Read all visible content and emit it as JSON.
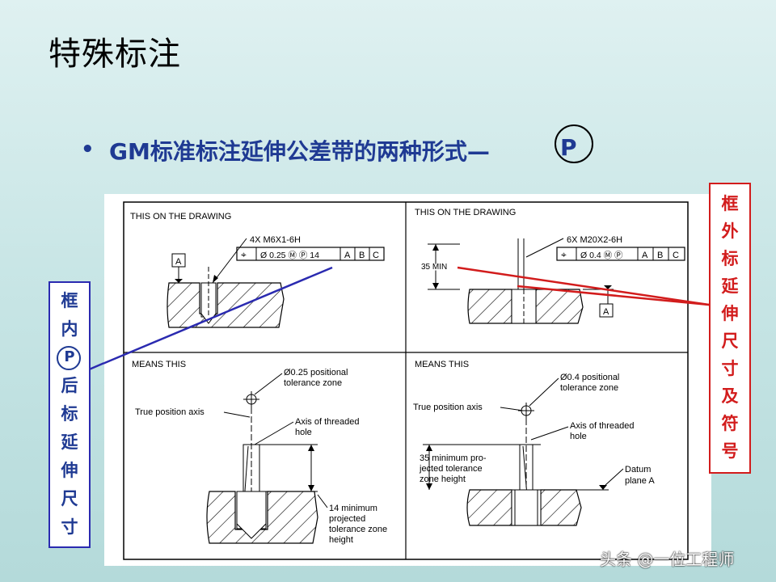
{
  "title": "特殊标注",
  "bullet": {
    "marker": "•",
    "text": "GM标准标注延伸公差带的两种形式—",
    "symbol": "P"
  },
  "left_callout": [
    "框",
    "内",
    "P",
    "后",
    "标",
    "延",
    "伸",
    "尺",
    "寸"
  ],
  "right_callout": [
    "框",
    "外",
    "标",
    "延",
    "伸",
    "尺",
    "寸",
    "及",
    "符",
    "号"
  ],
  "figure": {
    "q1": {
      "heading": "THIS ON THE DRAWING",
      "callout": "4X  M6X1-6H",
      "fcf": [
        "⌖",
        "Ø 0.25 Ⓜ Ⓟ 14",
        "A",
        "B",
        "C"
      ],
      "datum": "A"
    },
    "q2": {
      "heading": "THIS ON THE DRAWING",
      "callout": "6X  M20X2-6H",
      "fcf": [
        "⌖",
        "Ø 0.4 Ⓜ Ⓟ",
        "A",
        "B",
        "C"
      ],
      "dim": "35 MIN",
      "datum": "A"
    },
    "q3": {
      "heading": "MEANS THIS",
      "zone": [
        "Ø0.25 positional",
        "tolerance zone"
      ],
      "axis_label": "True position axis",
      "hole_label": [
        "Axis of threaded",
        "hole"
      ],
      "height_label": [
        "14 minimum",
        "projected",
        "tolerance zone",
        "height"
      ]
    },
    "q4": {
      "heading": "MEANS THIS",
      "zone": [
        "Ø0.4 positional",
        "tolerance zone"
      ],
      "axis_label": "True position axis",
      "hole_label": [
        "Axis of threaded",
        "hole"
      ],
      "height_label": [
        "35 minimum pro-",
        "jected tolerance",
        "zone height"
      ],
      "datum_label": [
        "Datum",
        "plane A"
      ]
    }
  },
  "watermark": "头条 @一位工程师",
  "colors": {
    "blue_text": "#1f3a93",
    "red_box": "#d21c1c",
    "blue_box": "#2a2ab0"
  }
}
